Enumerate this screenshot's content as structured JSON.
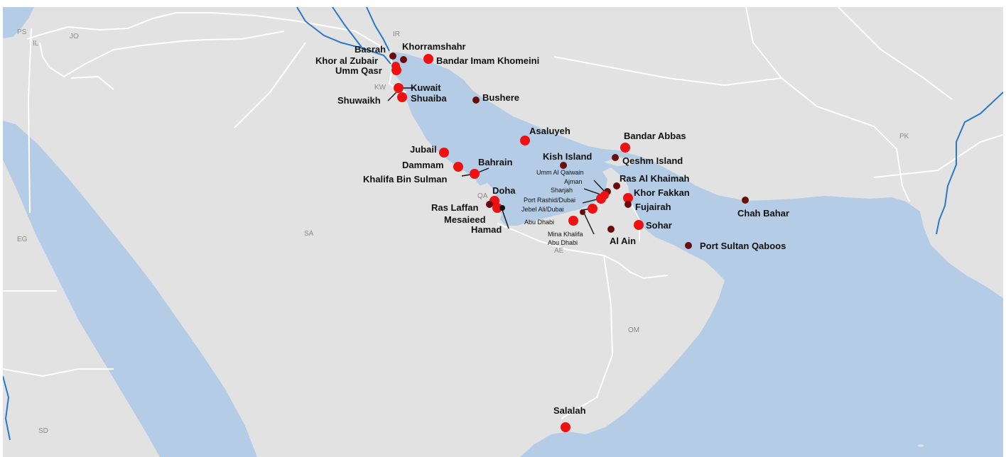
{
  "colors": {
    "land": "#e2e2e2",
    "sea": "#b4cce6",
    "border": "#ffffff",
    "river": "#2a78c8",
    "port_major": "#ee1111",
    "port_minor": "#6a0c0c"
  },
  "country_codes": {
    "ps": "PS",
    "il": "IL",
    "jo": "JO",
    "ir": "IR",
    "kw": "KW",
    "qa": "QA",
    "sa": "SA",
    "ae": "AE",
    "om": "OM",
    "pk": "PK",
    "eg": "EG",
    "sd": "SD"
  },
  "ports": {
    "basrah": "Basrah",
    "khorramshahr": "Khorramshahr",
    "bandar_imam_khomeini": "Bandar Imam Khomeini",
    "khor_al_zubair": "Khor al Zubair",
    "umm_qasr": "Umm Qasr",
    "kuwait": "Kuwait",
    "shuwaikh": "Shuwaikh",
    "shuaiba": "Shuaiba",
    "bushere": "Bushere",
    "asaluyeh": "Asaluyeh",
    "bandar_abbas": "Bandar Abbas",
    "jubail": "Jubail",
    "kish_island": "Kish Island",
    "qeshm_island": "Qeshm Island",
    "dammam": "Dammam",
    "bahrain": "Bahrain",
    "khalifa_bin_sulman": "Khalifa Bin Sulman",
    "umm_al_qaiwain": "Umm Al Qaiwain",
    "ajman": "Ajman",
    "ras_al_khaimah": "Ras Al Khaimah",
    "doha": "Doha",
    "sharjah": "Sharjah",
    "khor_fakkan": "Khor Fakkan",
    "port_rashid_dubai": "Port Rashid/Dubai",
    "jebel_ali_dubai": "Jebel Ali/Dubai",
    "fujairah": "Fujairah",
    "chah_bahar": "Chah Bahar",
    "ras_laffan": "Ras Laffan",
    "mesaieed": "Mesaieed",
    "abu_dhabi": "Abu Dhabi",
    "sohar": "Sohar",
    "hamad": "Hamad",
    "mina_khalifa_1": "Mina Khalifa",
    "mina_khalifa_2": "Abu Dhabi",
    "al_ain": "Al Ain",
    "port_sultan_qaboos": "Port Sultan Qaboos",
    "salalah": "Salalah"
  }
}
